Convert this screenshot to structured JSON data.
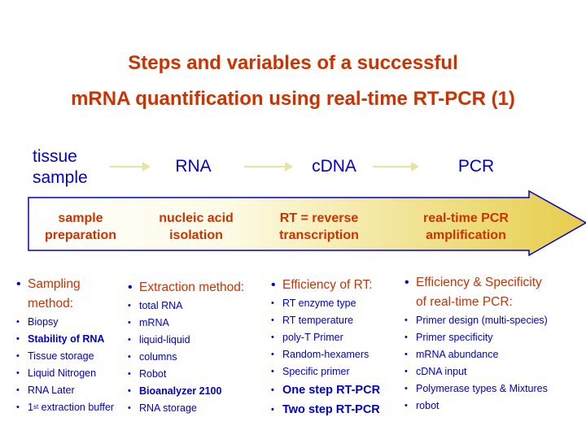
{
  "title": {
    "line1": "Steps and variables of a successful",
    "line2": "mRNA quantification using real-time RT-PCR  (1)"
  },
  "stages": [
    "tissue sample",
    "RNA",
    "cDNA",
    "PCR"
  ],
  "steps": [
    {
      "line1": "sample",
      "line2": "preparation"
    },
    {
      "line1": "nucleic acid",
      "line2": "isolation"
    },
    {
      "line1": "RT = reverse",
      "line2": "transcription"
    },
    {
      "line1": "real-time PCR",
      "line2": "amplification"
    }
  ],
  "columns": [
    {
      "heading_line1": "Sampling",
      "heading_line2": "method:",
      "items": [
        "Biopsy",
        "Stability of RNA",
        "Tissue storage",
        "Liquid Nitrogen",
        "RNA Later",
        "extraction buffer"
      ],
      "item6_prefix": "1",
      "item6_sup": "st"
    },
    {
      "heading_line1": "Extraction method:",
      "items": [
        "total RNA",
        "mRNA",
        "liquid-liquid",
        "columns",
        "Robot",
        "Bioanalyzer 2100",
        "RNA storage"
      ]
    },
    {
      "heading_line1": "Efficiency of RT:",
      "items": [
        "RT enzyme type",
        "RT temperature",
        "poly-T  Primer",
        "Random-hexamers",
        "Specific primer",
        "One step RT-PCR",
        "Two step RT-PCR"
      ]
    },
    {
      "heading_line1": "Efficiency & Specificity",
      "heading_line2": "of real-time PCR:",
      "items": [
        "Primer design (multi-species)",
        "Primer specificity",
        "mRNA abundance",
        "cDNA input",
        "Polymerase types & Mixtures",
        "robot"
      ]
    }
  ],
  "colors": {
    "title": "#cc3300",
    "text": "#0000cc",
    "band_start": "#ffffff",
    "band_end": "#e6cd4a"
  }
}
